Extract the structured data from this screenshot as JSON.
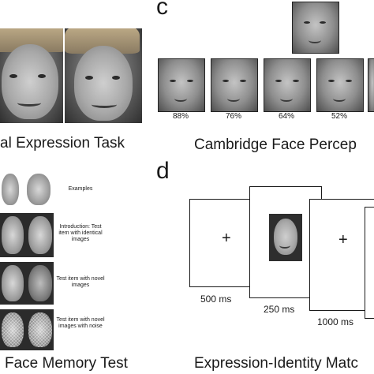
{
  "panels": {
    "a": {
      "caption": "al Expression Task"
    },
    "c": {
      "letter": "c",
      "caption": "Cambridge Face Percep",
      "percentages": [
        "88%",
        "76%",
        "64%",
        "52%"
      ]
    },
    "b": {
      "caption": "Face Memory Test",
      "labels": {
        "examples": "Examples",
        "introduction": "Introduction: Test item with identical images",
        "novel": "Test item with novel images",
        "noise": "Test item with novel images with noise"
      }
    },
    "d": {
      "letter": "d",
      "caption": "Expression-Identity Matc",
      "fixation_1": "+",
      "fixation_2": "+",
      "timings": [
        "500 ms",
        "250 ms",
        "1000 ms"
      ]
    }
  }
}
